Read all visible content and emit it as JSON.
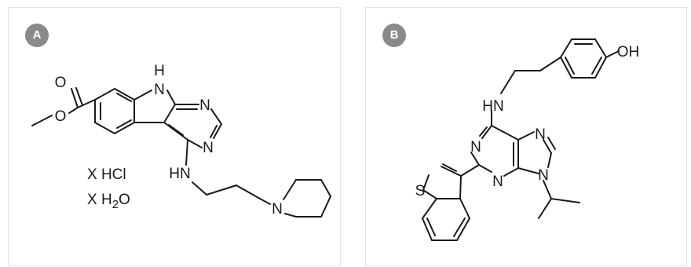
{
  "panel_a": {
    "badge": "A",
    "atoms": {
      "o_carbonyl": "O",
      "o_ester": "O",
      "nh_h": "H",
      "nh_n": "N",
      "n_ring_top": "N",
      "n_ring_bottom": "N",
      "hn_amine": "HN",
      "n_piperidine": "N"
    },
    "salt_hcl": "X HCl",
    "salt_h2o_prefix": "X H",
    "salt_h2o_sub": "2",
    "salt_h2o_suffix": "O"
  },
  "panel_b": {
    "badge": "B",
    "atoms": {
      "oh": "OH",
      "hn": "HN",
      "n_top_left": "N",
      "n_top_right": "N",
      "n_bottom_left": "N",
      "n_bottom_right": "N",
      "s": "S"
    }
  }
}
